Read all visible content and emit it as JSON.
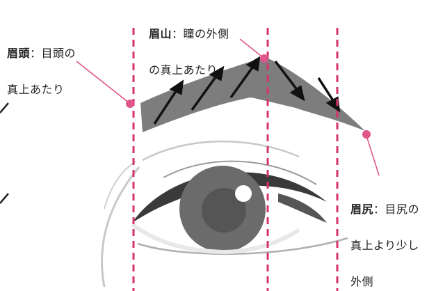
{
  "labels": {
    "head": {
      "term": "眉頭",
      "line1": "：目頭の",
      "line2": "真上あたり"
    },
    "peak": {
      "term": "眉山",
      "line1": "：瞳の外側",
      "line2": "の真上あたり"
    },
    "tail": {
      "term": "眉尻",
      "line1": "：目尻の",
      "line2": "真上より少し",
      "line3": "外側"
    }
  },
  "colors": {
    "guide": "#d6336c",
    "marker": "#e0558a",
    "brow": "#7d7d7d",
    "arrow": "#111111",
    "iris": "#6b6b6b",
    "lash": "#333333",
    "outline": "#bdbdbd"
  }
}
